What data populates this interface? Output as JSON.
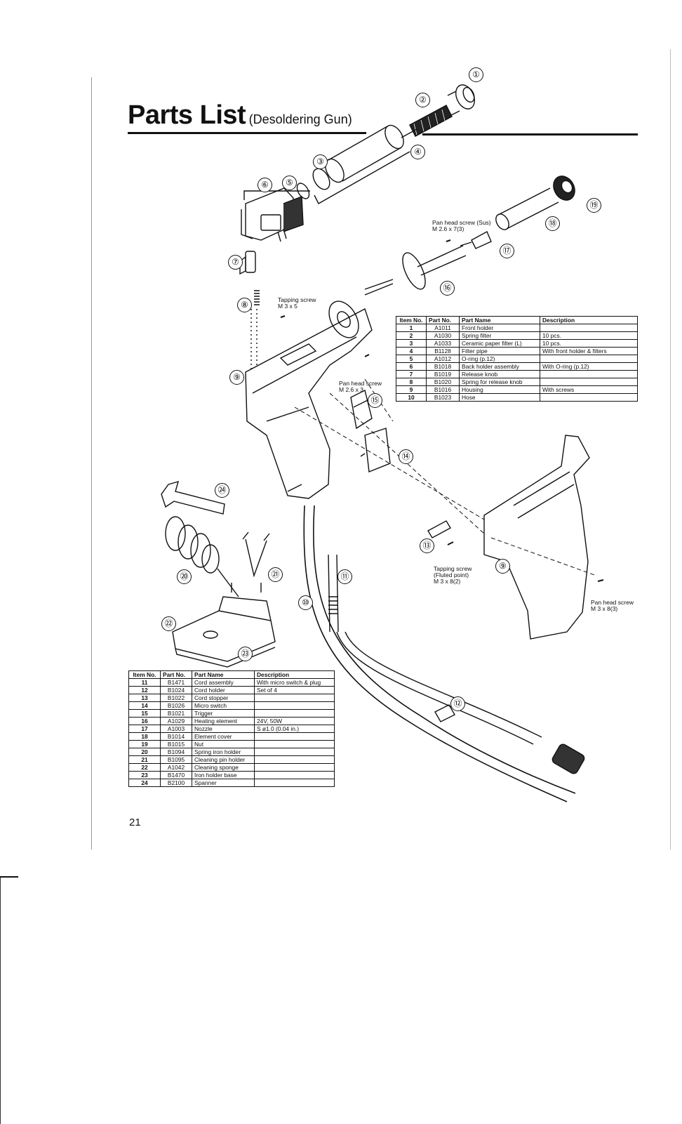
{
  "header": {
    "title": "Parts List",
    "subtitle": "(Desoldering Gun)"
  },
  "callouts": [
    {
      "id": "c1",
      "label": "①"
    },
    {
      "id": "c2",
      "label": "②"
    },
    {
      "id": "c3",
      "label": "③"
    },
    {
      "id": "c4",
      "label": "④"
    },
    {
      "id": "c5",
      "label": "⑤"
    },
    {
      "id": "c6",
      "label": "⑥"
    },
    {
      "id": "c7",
      "label": "⑦"
    },
    {
      "id": "c8",
      "label": "⑧"
    },
    {
      "id": "c9a",
      "label": "⑨"
    },
    {
      "id": "c9b",
      "label": "⑨"
    },
    {
      "id": "c10",
      "label": "⑩"
    },
    {
      "id": "c11",
      "label": "⑪"
    },
    {
      "id": "c12",
      "label": "⑫"
    },
    {
      "id": "c13",
      "label": "⑬"
    },
    {
      "id": "c14",
      "label": "⑭"
    },
    {
      "id": "c15",
      "label": "⑮"
    },
    {
      "id": "c16",
      "label": "⑯"
    },
    {
      "id": "c17",
      "label": "⑰"
    },
    {
      "id": "c18",
      "label": "⑱"
    },
    {
      "id": "c19",
      "label": "⑲"
    },
    {
      "id": "c20",
      "label": "⑳"
    },
    {
      "id": "c21",
      "label": "㉑"
    },
    {
      "id": "c22",
      "label": "㉒"
    },
    {
      "id": "c23",
      "label": "㉓"
    },
    {
      "id": "c24",
      "label": "㉔"
    }
  ],
  "labels": {
    "pan_head_sus": "Pan head screw (Sus)\nM 2.6 x 7(3)",
    "tapping_screw_top": "Tapping screw\nM 3 x 5",
    "pan_head_mid": "Pan head screw\nM 2.6 x 3",
    "tapping_screw_fluted": "Tapping screw\n(Fluted point)\nM 3 x 8(2)",
    "pan_head_right": "Pan head screw\nM 3 x 8(3)"
  },
  "table_headers": [
    "Item No.",
    "Part No.",
    "Part Name",
    "Description"
  ],
  "table1": [
    [
      "1",
      "A1011",
      "Front holder",
      ""
    ],
    [
      "2",
      "A1030",
      "Spring filter",
      "10 pcs."
    ],
    [
      "3",
      "A1033",
      "Ceramic paper filter (L)",
      "10 pcs."
    ],
    [
      "4",
      "B1128",
      "Filter pipe",
      "With front holder & filters"
    ],
    [
      "5",
      "A1012",
      "O-ring (p.12)",
      ""
    ],
    [
      "6",
      "B1018",
      "Back holder assembly",
      "With O-ring (p.12)"
    ],
    [
      "7",
      "B1019",
      "Release knob",
      ""
    ],
    [
      "8",
      "B1020",
      "Spring for release knob",
      ""
    ],
    [
      "9",
      "B1016",
      "Housing",
      "With screws"
    ],
    [
      "10",
      "B1023",
      "Hose",
      ""
    ]
  ],
  "table2": [
    [
      "11",
      "B1471",
      "Cord assembly",
      "With micro switch & plug"
    ],
    [
      "12",
      "B1024",
      "Cord holder",
      "Set of 4"
    ],
    [
      "13",
      "B1022",
      "Cord stopper",
      ""
    ],
    [
      "14",
      "B1026",
      "Micro switch",
      ""
    ],
    [
      "15",
      "B1021",
      "Trigger",
      ""
    ],
    [
      "16",
      "A1029",
      "Heating element",
      "24V, 50W"
    ],
    [
      "17",
      "A1003",
      "Nozzle",
      "S ø1.0 (0.04 in.)"
    ],
    [
      "18",
      "B1014",
      "Element cover",
      ""
    ],
    [
      "19",
      "B1015",
      "Nut",
      ""
    ],
    [
      "20",
      "B1094",
      "Spring iron holder",
      ""
    ],
    [
      "21",
      "B1095",
      "Cleaning pin holder",
      ""
    ],
    [
      "22",
      "A1042",
      "Cleaning sponge",
      ""
    ],
    [
      "23",
      "B1470",
      "Iron holder base",
      ""
    ],
    [
      "24",
      "B2100",
      "Spanner",
      ""
    ]
  ],
  "footer": {
    "page_number": "21"
  }
}
